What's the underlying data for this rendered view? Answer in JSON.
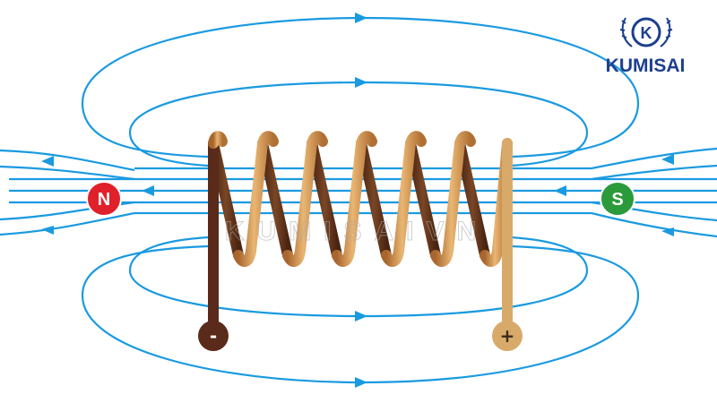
{
  "brand": {
    "name": "KUMISAI",
    "mark": "K"
  },
  "watermark": {
    "text": "KUMISAIVN"
  },
  "poles": {
    "north": "N",
    "south": "S"
  },
  "terminals": {
    "negative": "-",
    "positive": "+"
  },
  "colors": {
    "field_line": "#1a9ae0",
    "north_pole": "#e0202a",
    "south_pole": "#2a9a3a",
    "copper_front": "#d59a52",
    "copper_back": "#6a3a20",
    "negative_wire": "#5a2a1a",
    "positive_wire": "#d8aa6a",
    "brand": "#1d3f8f"
  },
  "icons": [
    "arrow-icon",
    "laurel-icon"
  ]
}
